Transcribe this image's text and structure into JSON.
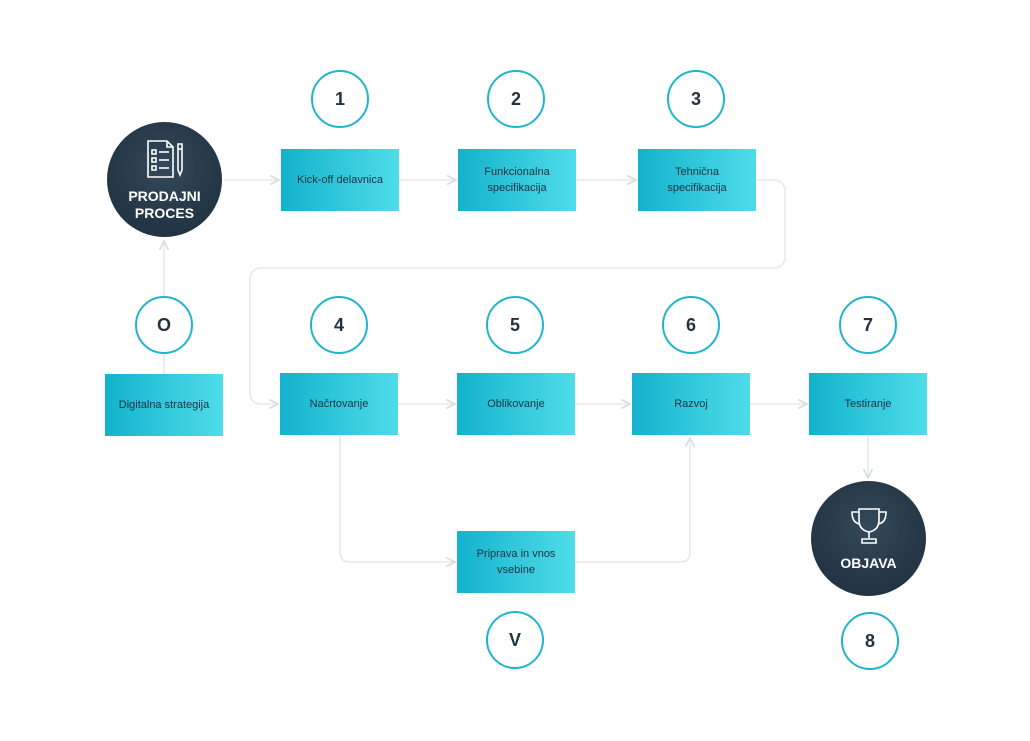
{
  "start": {
    "label_line1": "PRODAJNI",
    "label_line2": "PROCES",
    "icon": "document-pen-icon"
  },
  "end": {
    "label": "OBJAVA",
    "icon": "trophy-icon"
  },
  "steps": {
    "s0": {
      "number": "O",
      "label": "Digitalna strategija"
    },
    "s1": {
      "number": "1",
      "label": "Kick-off delavnica"
    },
    "s2": {
      "number": "2",
      "label": "Funkcionalna specifikacija"
    },
    "s3": {
      "number": "3",
      "label": "Tehnična specifikacija"
    },
    "s4": {
      "number": "4",
      "label": "Načrtovanje"
    },
    "s5": {
      "number": "5",
      "label": "Oblikovanje"
    },
    "s6": {
      "number": "6",
      "label": "Razvoj"
    },
    "s7": {
      "number": "7",
      "label": "Testiranje"
    },
    "s8": {
      "number": "8"
    },
    "sv": {
      "number": "V",
      "label": "Priprava in vnos vsebine"
    }
  },
  "colors": {
    "accent": "#1fb5cc",
    "box_start": "#13b3cc",
    "box_end": "#4fdcea",
    "dark": "#1e2d3b",
    "connector": "#e6e9ec",
    "text": "#1f3340"
  }
}
